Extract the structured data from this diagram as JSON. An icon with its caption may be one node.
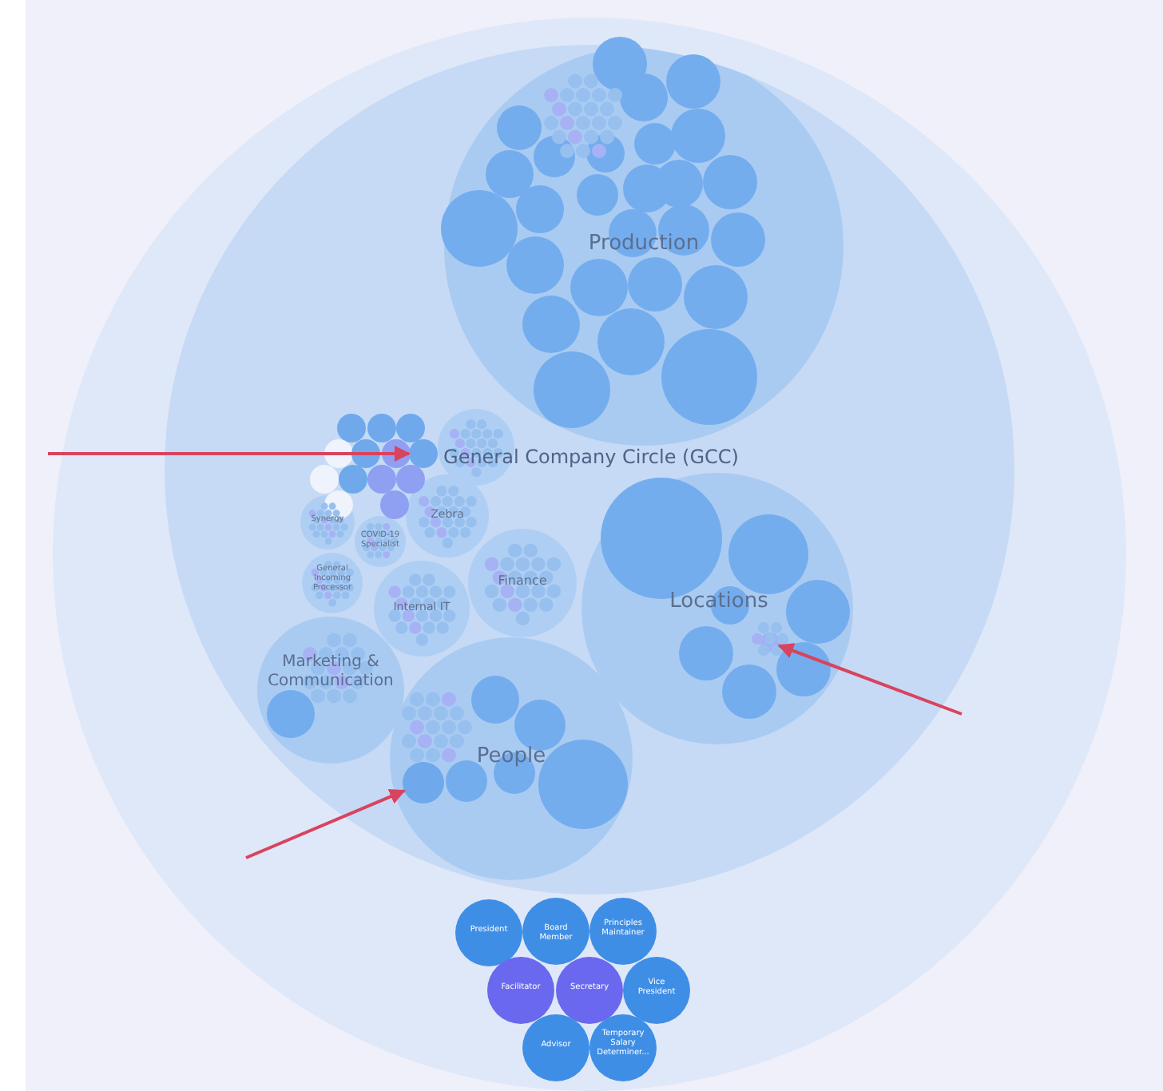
{
  "diagram": {
    "nodes": [
      {
        "text": [],
        "shape": "circle"
      },
      {
        "text": [
          "General Company Circle (GCC)"
        ],
        "in": 0
      },
      {
        "text": [
          "Production"
        ],
        "in": 1
      },
      {
        "text": [],
        "shape": "circle",
        "in": 1
      },
      {
        "text": [],
        "shape": "circle",
        "in": 1
      },
      {
        "text": [
          "Zebra"
        ],
        "in": 1
      },
      {
        "text": [
          "Synergy"
        ],
        "in": 1
      },
      {
        "text": [
          "COVID-19 Specialist"
        ],
        "in": 1
      },
      {
        "text": [
          "General Incoming Processor"
        ],
        "in": 1
      },
      {
        "text": [
          "Internal IT"
        ],
        "in": 1
      },
      {
        "text": [
          "Finance"
        ],
        "in": 1
      },
      {
        "text": [
          "Locations"
        ],
        "in": 1
      },
      {
        "text": [],
        "shape": "circle",
        "in": 11
      },
      {
        "text": [
          "Marketing & Communication"
        ],
        "in": 1
      },
      {
        "text": [
          "People"
        ],
        "in": 1
      },
      {
        "text": [],
        "shape": "circle",
        "in": 14
      },
      {
        "text": [
          "President"
        ],
        "in": 0
      },
      {
        "text": [
          "Board Member"
        ],
        "in": 0
      },
      {
        "text": [
          "Principles Maintainer"
        ],
        "in": 0
      },
      {
        "text": [
          "Facilitator"
        ],
        "in": 0
      },
      {
        "text": [
          "Secretary"
        ],
        "in": 0
      },
      {
        "text": [
          "Vice President"
        ],
        "in": 0
      },
      {
        "text": [
          "Advisor"
        ],
        "in": 0
      },
      {
        "text": [
          "Temporary Salary Determiner..."
        ],
        "in": 0
      }
    ],
    "edges": [
      {
        "from": null,
        "to": 3,
        "arrow": "to",
        "color": "#d9435e"
      },
      {
        "from": null,
        "to": 12,
        "arrow": "to",
        "color": "#d9435e"
      },
      {
        "from": null,
        "to": 15,
        "arrow": "to",
        "color": "#d9435e"
      }
    ]
  }
}
